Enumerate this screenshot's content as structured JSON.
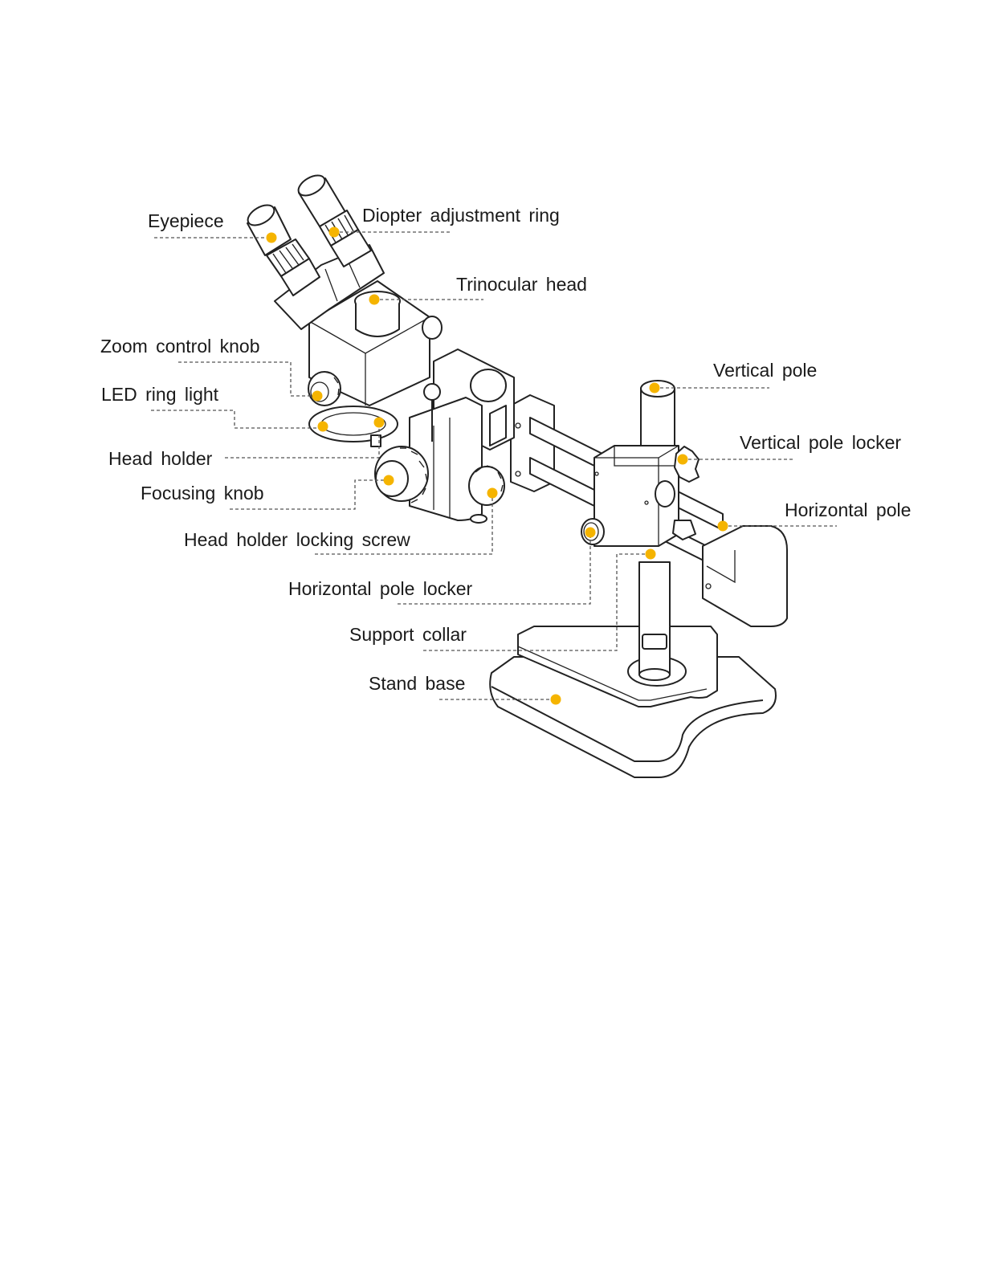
{
  "colors": {
    "marker": "#f5b400",
    "line": "#222222",
    "leader": "#555555",
    "text": "#1a1a1a"
  },
  "labels": {
    "eyepiece": "Eyepiece",
    "diopter": "Diopter adjustment ring",
    "trinocular": "Trinocular head",
    "zoom_knob": "Zoom  control  knob",
    "led": "LED  ring  light",
    "vertical_pole": "Vertical pole",
    "vertical_locker": "Vertical pole locker",
    "head_holder": "Head holder",
    "focusing": "Focusing  knob",
    "horizontal_pole": "Horizontal pole",
    "head_screw": "Head  holder  locking  screw",
    "horizontal_locker": "Horizontal  pole  locker",
    "support_collar": "Support collar",
    "stand_base": "Stand  base"
  }
}
